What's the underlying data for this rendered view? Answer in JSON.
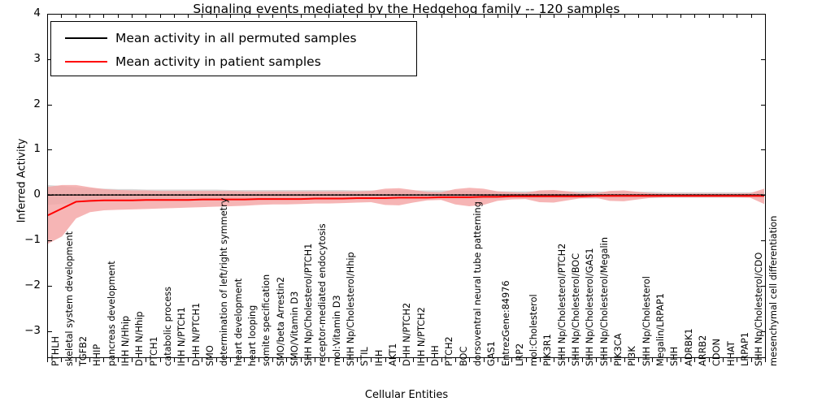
{
  "chart_data": {
    "type": "line",
    "title": "Signaling events mediated by the Hedgehog family -- 120 samples",
    "xlabel": "Cellular Entities",
    "ylabel": "Inferred Activity",
    "ylim": [
      -3.6,
      4.0
    ],
    "yticks": [
      -3,
      -2,
      -1,
      0,
      1,
      2,
      3,
      4
    ],
    "grid": false,
    "legend_position": "upper-left",
    "colors": {
      "permuted_line": "#000000",
      "patient_line": "#ff0000",
      "permuted_band": "#cccccc",
      "patient_band": "#f4a3a3"
    },
    "legend": [
      {
        "label": "Mean activity in all permuted samples",
        "color": "#000000"
      },
      {
        "label": "Mean activity in patient samples",
        "color": "#ff0000"
      }
    ],
    "categories": [
      "PTHLH",
      "skeletal system development",
      "TGFB2",
      "HHIP",
      "pancreas development",
      "IHH N/Hhip",
      "DHH N/Hhip",
      "PTCH1",
      "catabolic process",
      "IHH N/PTCH1",
      "DHH N/PTCH1",
      "SMO",
      "determination of left/right symmetry",
      "heart development",
      "heart looping",
      "somite specification",
      "SMO/beta Arrestin2",
      "SMO/Vitamin D3",
      "SHH Np/Cholesterol/PTCH1",
      "receptor-mediated endocytosis",
      "mol:Vitamin D3",
      "SHH Np/Cholesterol/Hhip",
      "STIL",
      "IHH",
      "AKT1",
      "DHH N/PTCH2",
      "IHH N/PTCH2",
      "DHH",
      "PTCH2",
      "BOC",
      "dorsoventral neural tube patterning",
      "GAS1",
      "EntrezGene:84976",
      "LRP2",
      "mol:Cholesterol",
      "PIK3R1",
      "SHH Np/Cholesterol/PTCH2",
      "SHH Np/Cholesterol/BOC",
      "SHH Np/Cholesterol/GAS1",
      "SHH Np/Cholesterol/Megalin",
      "PIK3CA",
      "PI3K",
      "SHH Np/Cholesterol",
      "Megalin/LRPAP1",
      "SHH",
      "ADRBK1",
      "ARRB2",
      "CDON",
      "HHAT",
      "LRPAP1",
      "SHH Np/Cholesterol/CDO",
      "mesenchymal cell differentiation"
    ],
    "series": [
      {
        "name": "Mean activity in all permuted samples",
        "color": "#000000",
        "style": "dotted",
        "values": [
          0.0,
          0.0,
          0.0,
          0.0,
          0.0,
          0.0,
          0.0,
          0.0,
          0.0,
          0.0,
          0.0,
          0.0,
          0.0,
          0.0,
          0.0,
          0.0,
          0.0,
          0.0,
          0.0,
          0.0,
          0.0,
          0.0,
          0.0,
          0.0,
          0.0,
          0.0,
          0.0,
          0.0,
          0.0,
          0.0,
          0.0,
          0.0,
          0.0,
          0.0,
          0.0,
          0.0,
          0.0,
          0.0,
          0.0,
          0.0,
          0.0,
          0.0,
          0.0,
          0.0,
          0.0,
          0.0,
          0.0,
          0.0,
          0.0,
          0.0,
          0.0,
          0.0
        ],
        "band_lower": [
          -0.22,
          -0.2,
          -0.17,
          -0.15,
          -0.14,
          -0.13,
          -0.13,
          -0.12,
          -0.12,
          -0.12,
          -0.12,
          -0.12,
          -0.12,
          -0.11,
          -0.11,
          -0.11,
          -0.11,
          -0.11,
          -0.11,
          -0.11,
          -0.11,
          -0.11,
          -0.1,
          -0.1,
          -0.1,
          -0.1,
          -0.1,
          -0.1,
          -0.1,
          -0.1,
          -0.09,
          -0.09,
          -0.08,
          -0.08,
          -0.08,
          -0.08,
          -0.08,
          -0.08,
          -0.08,
          -0.08,
          -0.07,
          -0.07,
          -0.07,
          -0.07,
          -0.06,
          -0.06,
          -0.06,
          -0.06,
          -0.06,
          -0.06,
          -0.06,
          -0.07
        ],
        "band_upper": [
          0.22,
          0.2,
          0.17,
          0.15,
          0.14,
          0.13,
          0.13,
          0.12,
          0.12,
          0.12,
          0.12,
          0.12,
          0.12,
          0.11,
          0.11,
          0.11,
          0.11,
          0.11,
          0.11,
          0.11,
          0.11,
          0.11,
          0.1,
          0.1,
          0.1,
          0.1,
          0.1,
          0.1,
          0.1,
          0.1,
          0.09,
          0.09,
          0.08,
          0.08,
          0.08,
          0.08,
          0.08,
          0.08,
          0.08,
          0.08,
          0.07,
          0.07,
          0.07,
          0.07,
          0.06,
          0.06,
          0.06,
          0.06,
          0.06,
          0.06,
          0.06,
          0.07
        ]
      },
      {
        "name": "Mean activity in patient samples",
        "color": "#ff0000",
        "style": "solid",
        "values": [
          -0.45,
          -0.3,
          -0.15,
          -0.13,
          -0.12,
          -0.12,
          -0.12,
          -0.11,
          -0.11,
          -0.11,
          -0.11,
          -0.1,
          -0.1,
          -0.1,
          -0.1,
          -0.09,
          -0.09,
          -0.09,
          -0.09,
          -0.08,
          -0.08,
          -0.08,
          -0.07,
          -0.07,
          -0.07,
          -0.06,
          -0.06,
          -0.06,
          -0.05,
          -0.05,
          -0.05,
          -0.04,
          -0.04,
          -0.03,
          -0.03,
          -0.03,
          -0.03,
          -0.03,
          -0.03,
          -0.02,
          -0.02,
          -0.02,
          -0.02,
          -0.02,
          -0.02,
          -0.02,
          -0.02,
          -0.02,
          -0.02,
          -0.02,
          -0.02,
          -0.02
        ],
        "band_lower": [
          -1.08,
          -0.92,
          -0.52,
          -0.38,
          -0.34,
          -0.33,
          -0.32,
          -0.31,
          -0.3,
          -0.29,
          -0.28,
          -0.27,
          -0.26,
          -0.25,
          -0.24,
          -0.22,
          -0.21,
          -0.21,
          -0.2,
          -0.19,
          -0.19,
          -0.18,
          -0.17,
          -0.16,
          -0.22,
          -0.23,
          -0.17,
          -0.12,
          -0.11,
          -0.21,
          -0.25,
          -0.22,
          -0.13,
          -0.1,
          -0.09,
          -0.16,
          -0.17,
          -0.12,
          -0.07,
          -0.06,
          -0.13,
          -0.14,
          -0.1,
          -0.06,
          -0.05,
          -0.05,
          -0.05,
          -0.05,
          -0.05,
          -0.05,
          -0.06,
          -0.2
        ],
        "band_upper": [
          0.18,
          0.22,
          0.22,
          0.17,
          0.13,
          0.11,
          0.1,
          0.1,
          0.09,
          0.09,
          0.09,
          0.09,
          0.09,
          0.09,
          0.08,
          0.08,
          0.08,
          0.08,
          0.08,
          0.08,
          0.08,
          0.08,
          0.08,
          0.09,
          0.14,
          0.15,
          0.11,
          0.07,
          0.06,
          0.13,
          0.16,
          0.14,
          0.08,
          0.06,
          0.05,
          0.1,
          0.11,
          0.08,
          0.04,
          0.04,
          0.09,
          0.1,
          0.07,
          0.04,
          0.03,
          0.03,
          0.03,
          0.03,
          0.03,
          0.03,
          0.04,
          0.14
        ]
      }
    ]
  }
}
